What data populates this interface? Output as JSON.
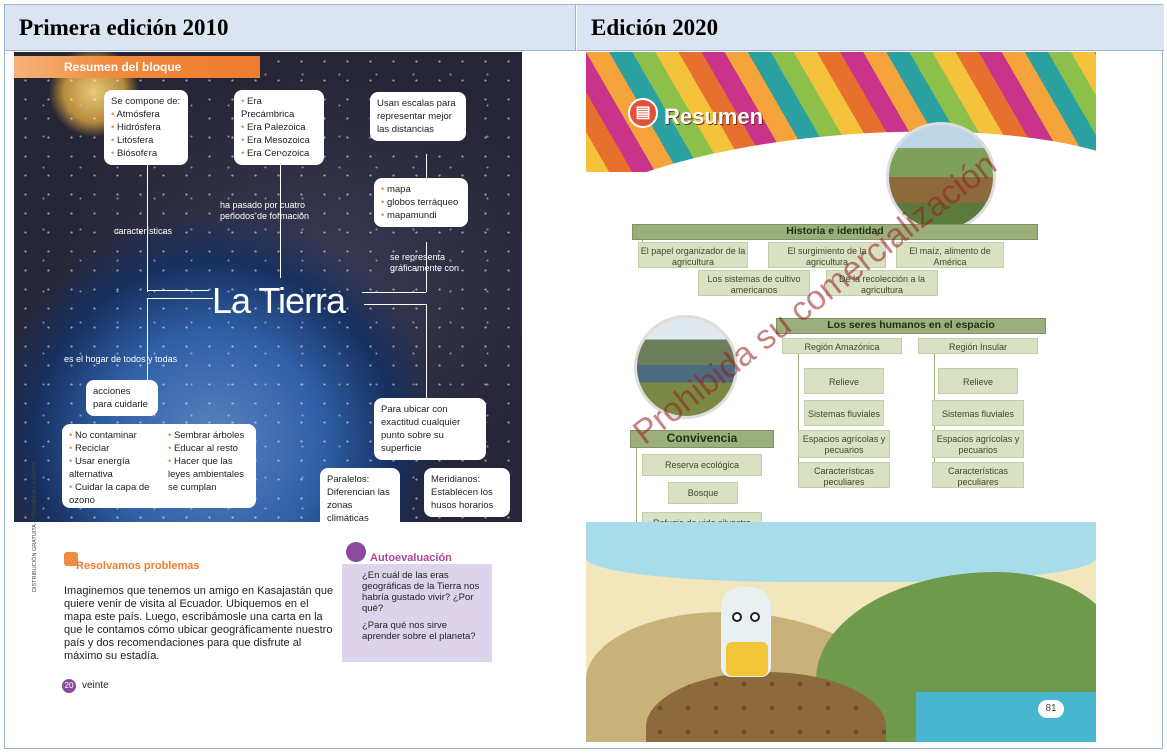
{
  "headers": {
    "left": "Primera edición 2010",
    "right": "Edición 2020"
  },
  "left_page": {
    "banner": "Resumen del bloque",
    "center": "La Tierra",
    "box_compone": {
      "title": "Se compone de:",
      "items": [
        "Atmósfera",
        "Hidrósfera",
        "Litósfera",
        "Biósofera"
      ]
    },
    "box_eras": {
      "items": [
        "Era Precámbrica",
        "Era Palezoica",
        "Era Mesozoica",
        "Era Cenozoica"
      ]
    },
    "box_escalas": {
      "text": "Usan escalas para representar mejor las distancias"
    },
    "box_mapa": {
      "items": [
        "mapa",
        "globos terráqueo",
        "mapamundi"
      ]
    },
    "lbl_caracteristicas": "características",
    "lbl_periodos": "ha pasado por cuatro periodos de formación",
    "lbl_representa": "se representa gráficamente con",
    "lbl_hogar": "es el hogar de todos y todas",
    "box_acciones": "acciones para cuidarle",
    "box_cuidar_left": [
      "No contaminar",
      "Reciclar",
      "Usar energía alternativa",
      "Cuidar la capa de ozono"
    ],
    "box_cuidar_right": [
      "Sembrar árboles",
      "Educar al resto",
      "Hacer que las leyes ambientales se cumplan"
    ],
    "box_ubicar": "Para ubicar con exactitud cualquier punto sobre su superficie",
    "box_paralelos": "Paralelos: Diferencian las zonas climáticas",
    "box_meridianos": "Meridianos: Establecen los husos horarios",
    "resolvamos_title": "Resolvamos problemas",
    "resolvamos_body": "Imaginemos que tenemos un amigo en Kasajastán que quiere venir de visita al Ecuador. Ubiquemos en el mapa este país. Luego, escribámosle una carta en la que le contamos cómo ubicar geográficamente nuestro país y dos recomendaciones para que disfrute al máximo su estadía.",
    "auto_title": "Autoevaluación",
    "auto_q1": "¿En cuál de las eras geográficas de la Tierra nos habría gustado vivir? ¿Por qué?",
    "auto_q2": "¿Para qué nos sirve aprender sobre el planeta?",
    "side_text": "DISTRIBUCIÓN GRATUITA - PROHIBIDA LA VENTA",
    "page_num": "20",
    "page_word": "veinte"
  },
  "right_page": {
    "title": "Resumen",
    "historia": {
      "title": "Historia e identidad",
      "items": [
        "El papel organizador de la agricultura",
        "El surgimiento de la agricultura",
        "El maíz, alimento de América",
        "Los sistemas de cultivo americanos",
        "De la recolección a la agricultura"
      ]
    },
    "seres": {
      "title": "Los seres humanos en el espacio",
      "amazonica": {
        "title": "Región Amazónica",
        "items": [
          "Relieve",
          "Sistemas fluviales",
          "Espacios agrícolas y pecuarios",
          "Características peculiares"
        ]
      },
      "insular": {
        "title": "Región Insular",
        "items": [
          "Relieve",
          "Sistemas fluviales",
          "Espacios agrícolas y pecuarios",
          "Características peculiares"
        ]
      }
    },
    "convivencia": {
      "title": "Convivencia",
      "items": [
        "Reserva ecológica",
        "Bosque",
        "Refugio de vida silvestre"
      ]
    },
    "watermark": "Prohibida su comercialización",
    "page_num": "81"
  }
}
